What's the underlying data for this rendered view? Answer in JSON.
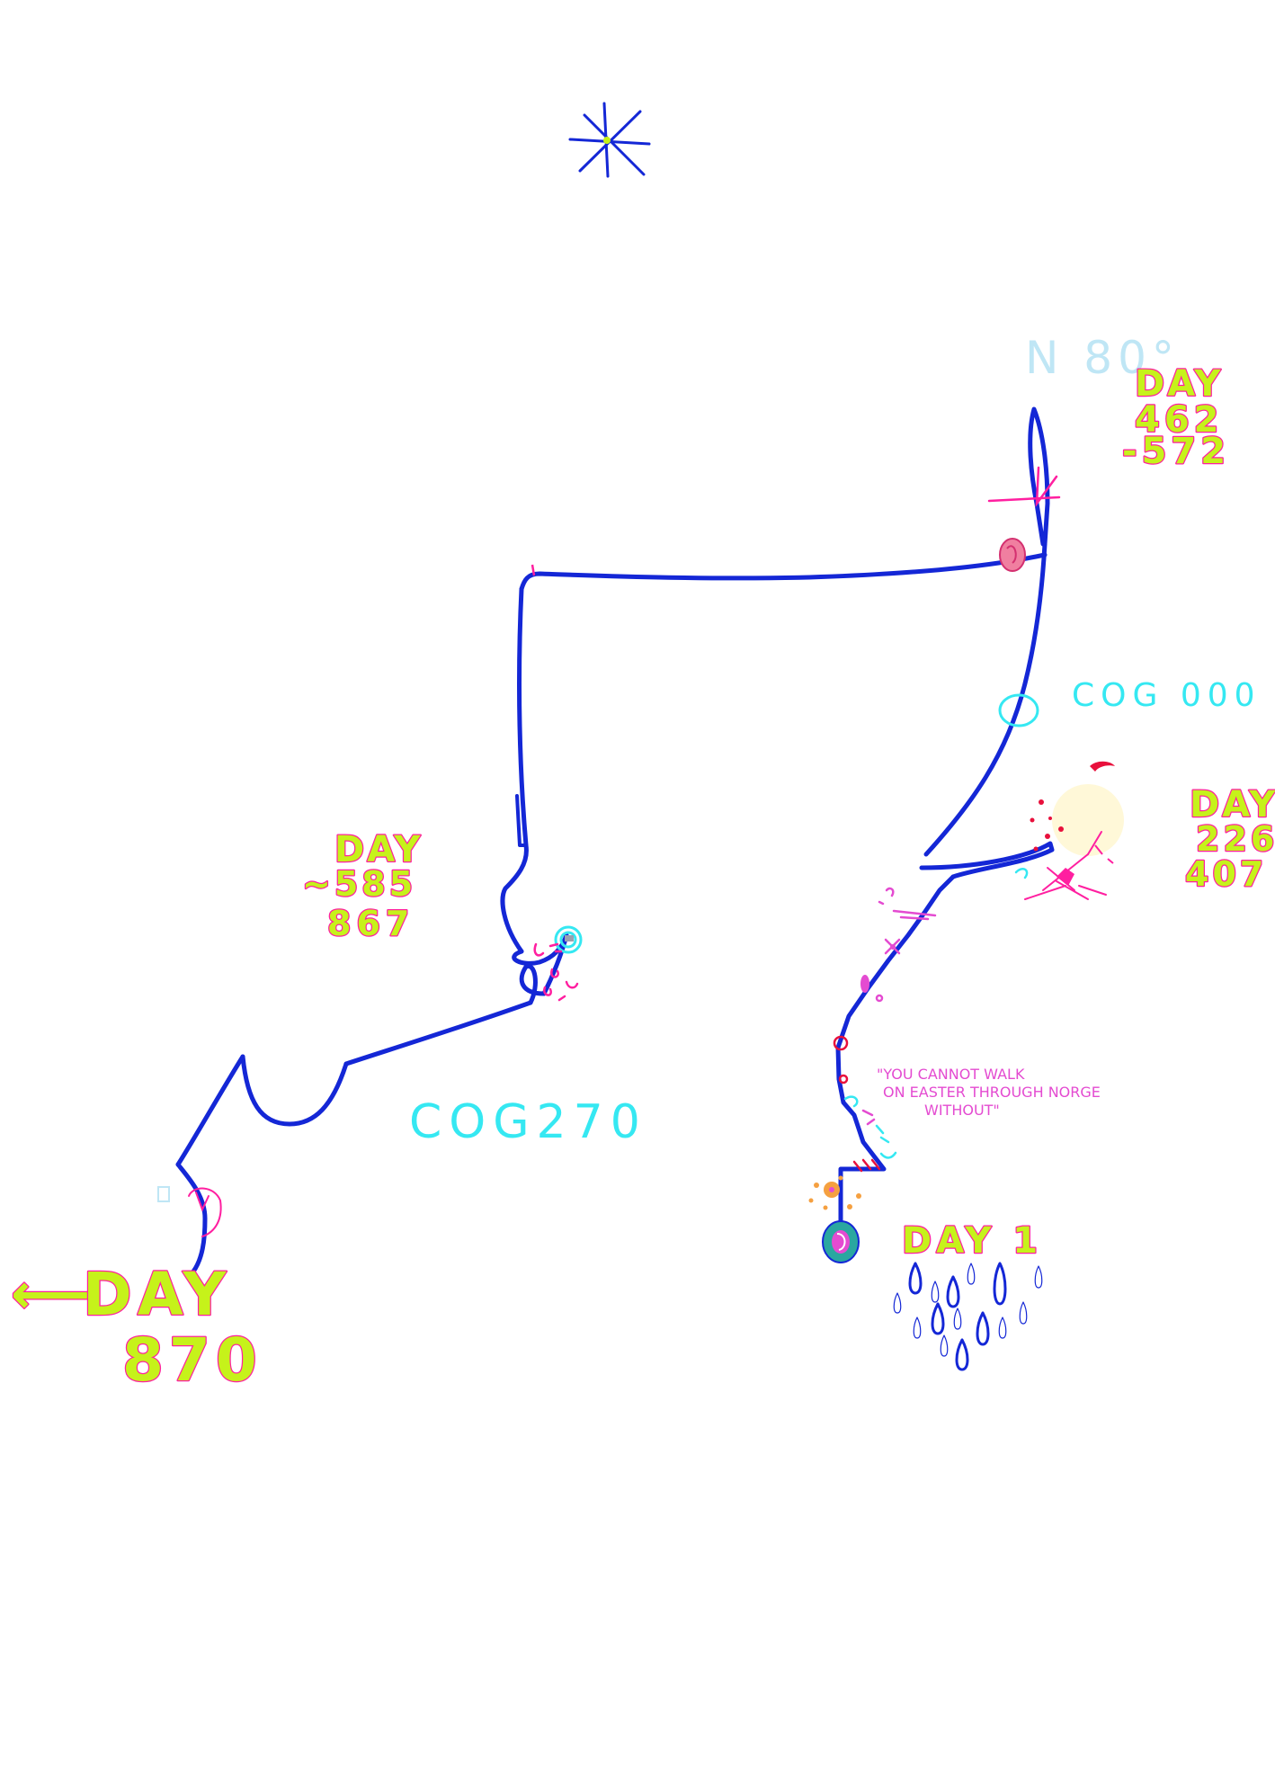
{
  "colors": {
    "route": "#1427d6",
    "magenta": "#ff1fa0",
    "lime": "#c6f21a",
    "cyan": "#35e8f2",
    "pale_blue": "#bfe6f5",
    "violet": "#e44bd1",
    "orange": "#f5a040",
    "teal": "#2aa7a0",
    "cream": "#fff8d8"
  },
  "labels": {
    "north": "N 80°",
    "cog_north": "COG 000",
    "cog_west": "COG270",
    "day_start": "DAY 1",
    "day_226": {
      "line1": "DAY",
      "line2": "226",
      "line3": "407"
    },
    "day_462": {
      "line1": "DAY",
      "line2": "462",
      "line3": "-572"
    },
    "day_585": {
      "line1": "DAY",
      "line2": "~585",
      "line3": "867"
    },
    "day_870": {
      "arrow": "⟵",
      "line1": "DAY",
      "line2": "870"
    },
    "quote": {
      "line1": "\"YOU CANNOT WALK",
      "line2": "ON EASTER THROUGH NORGE",
      "line3": "WITHOUT\""
    }
  },
  "icons": [
    "star-icon",
    "rain-drops-icon",
    "sun-icon",
    "start-marker-icon"
  ]
}
